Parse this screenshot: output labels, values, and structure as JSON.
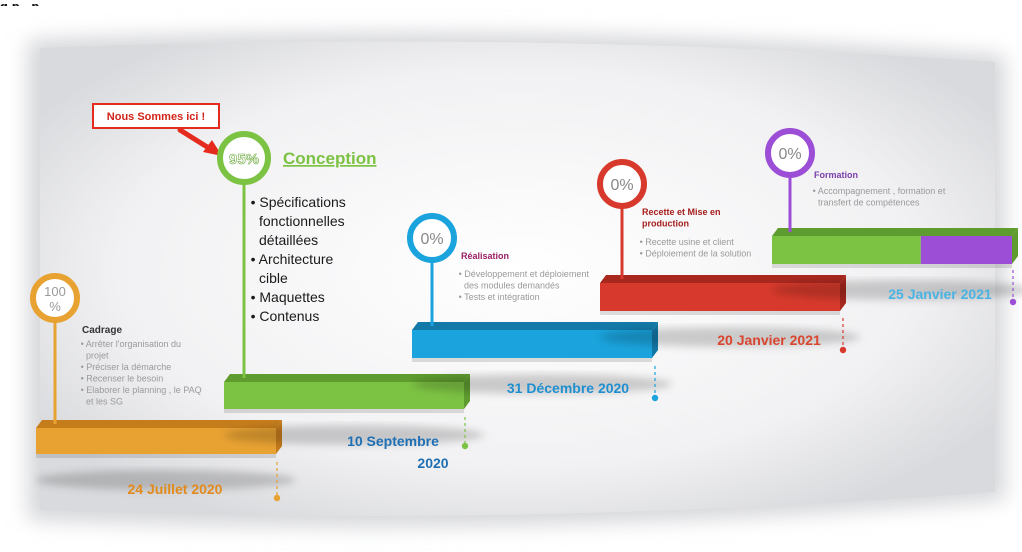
{
  "top_text": "g p ,         p",
  "callout": {
    "label": "Nous Sommes ici !"
  },
  "colors": {
    "orange": "#e8a232",
    "green": "#7cc243",
    "blue": "#1aa3dc",
    "red": "#d73a2c",
    "purple": "#9c4fd6",
    "lightblue": "#3cb4e6",
    "label_orange": "#e28a1c",
    "label_blue": "#1f8fd0",
    "label_red": "#d9452e",
    "label_lightblue": "#49b3e3",
    "callout_red": "#e52a1e",
    "ring_grey": "#8a8a8a"
  },
  "phases": [
    {
      "id": "cadrage",
      "percent": "100 %",
      "progress": 100,
      "title": "Cadrage",
      "items": [
        "Arrêter l'organisation du projet",
        "Préciser la démarche",
        "Recenser le besoin",
        "Elaborer le planning , le PAQ et les SG"
      ],
      "date": "24 Juillet 2020"
    },
    {
      "id": "conception",
      "percent": "95%",
      "progress": 95,
      "title": "Conception",
      "items": [
        "Spécifications fonctionnelles détaillées",
        "Architecture cible",
        "Maquettes",
        "Contenus"
      ],
      "date": "10 Septembre 2020"
    },
    {
      "id": "realisation",
      "percent": "0%",
      "progress": 0,
      "title": "Réalisation",
      "items": [
        "Développement  et déploiement  des modules demandés",
        "Tests et intégration"
      ],
      "date": "31 Décembre 2020"
    },
    {
      "id": "recette",
      "percent": "0%",
      "progress": 0,
      "title": "Recette et Mise en production",
      "items": [
        "Recette usine et client",
        "Déploiement de la solution"
      ],
      "date": "20 Janvier 2021"
    },
    {
      "id": "formation",
      "percent": "0%",
      "progress": 0,
      "title": "Formation",
      "items": [
        "Accompagnement , formation et transfert de compétences"
      ],
      "date": "25 Janvier 2021"
    }
  ]
}
